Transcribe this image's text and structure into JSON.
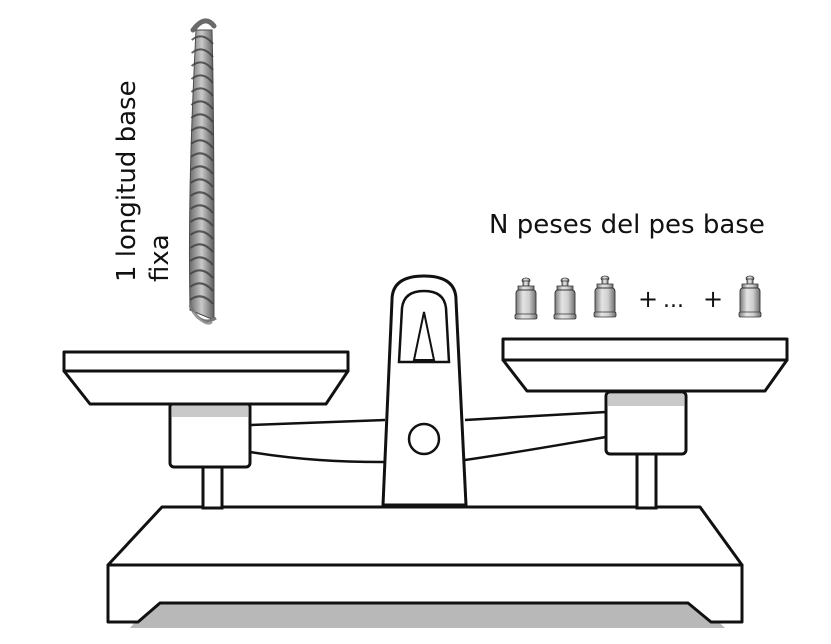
{
  "labels": {
    "rope_line1": "1 longitud base",
    "rope_line2": "fixa",
    "weights": "N peses del pes base",
    "sequence_plus_1": "+",
    "sequence_ellipsis": "...",
    "sequence_plus_2": "+"
  },
  "colors": {
    "outline": "#111111",
    "rope_dark": "#5f5f5f",
    "rope_light": "#b9b9b9",
    "weight_metal": "#c4c4c4",
    "base_shadow": "#b8b8b8"
  },
  "illustration": {
    "left_pan_item": "rope",
    "right_pan_item": "weights",
    "weights_before_ellipsis": 3,
    "weights_after_ellipsis": 1
  }
}
